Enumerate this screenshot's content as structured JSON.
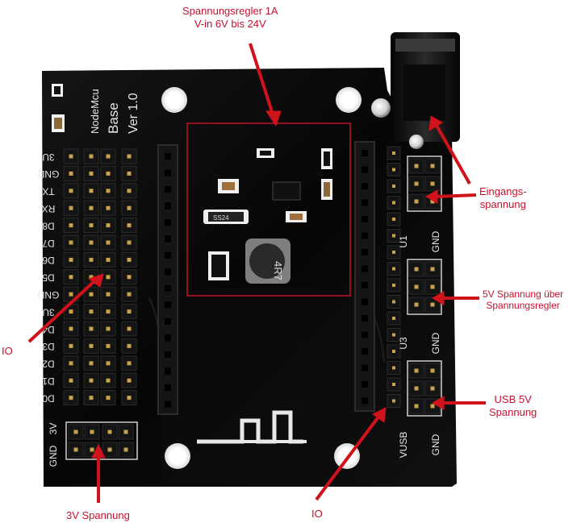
{
  "board": {
    "name": "NodeMcu",
    "name2": "Base",
    "version": "Ver 1.0",
    "left_pins": [
      "3U",
      "GND",
      "TX",
      "RX",
      "D8",
      "D7",
      "D6",
      "D5",
      "GND",
      "3U",
      "D4",
      "D3",
      "D2",
      "D1",
      "D0"
    ],
    "bottom_labels": [
      "GND",
      "3V"
    ],
    "right_labels": [
      "U1",
      "GND",
      "U3",
      "GND",
      "VUSB",
      "GND"
    ],
    "chips": [
      "SS24",
      "4R7"
    ]
  },
  "annotations": {
    "regulator": [
      "Spannungsregler 1A",
      "V-in 6V bis 24V"
    ],
    "input": [
      "Eingangs-",
      "spannung"
    ],
    "five_v": [
      "5V Spannung über",
      "Spannungsregler"
    ],
    "usb": [
      "USB 5V",
      "Spannung"
    ],
    "io_left": "IO",
    "three_v": "3V Spannung",
    "io_bottom": "IO"
  },
  "colors": {
    "board": "#0b0b0b",
    "silkscreen": "#e8e8e8",
    "pins": "#c9a24a",
    "arrow": "#d0121b",
    "label": "#c8102e"
  }
}
